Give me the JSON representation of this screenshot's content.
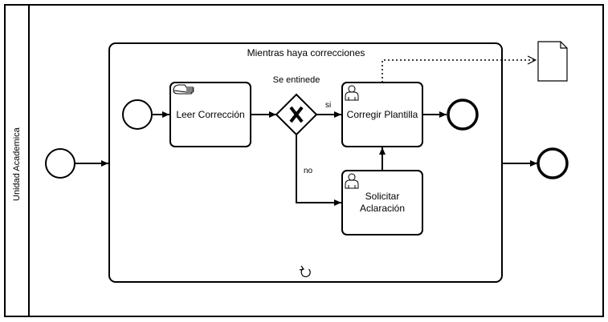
{
  "pool": {
    "lane_label": "Unidad Academica"
  },
  "subprocess": {
    "title": "Mientras haya correcciones",
    "marker_icon": "loop-icon"
  },
  "tasks": {
    "leer": {
      "label": "Leer Corrección",
      "type_icon": "manual-task-icon"
    },
    "corregir": {
      "label": "Corregir Plantilla",
      "type_icon": "user-task-icon"
    },
    "solicitar": {
      "label": "Solicitar Aclaración",
      "type_icon": "user-task-icon"
    }
  },
  "gateway": {
    "label": "Se entinede",
    "marker_icon": "exclusive-x-icon",
    "flow_yes": "si",
    "flow_no": "no"
  },
  "artifact": {
    "icon": "data-object-icon"
  },
  "colors": {
    "stroke": "#000000",
    "fill": "#ffffff"
  }
}
